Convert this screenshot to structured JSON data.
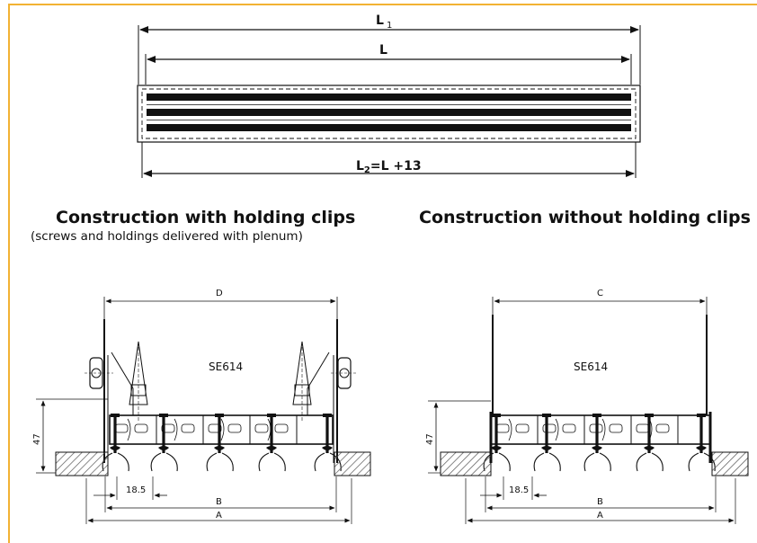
{
  "colors": {
    "border": "#f2b233",
    "ink": "#111111",
    "hatch": "#555555"
  },
  "top_view": {
    "l1": "L",
    "l1_sub": "1",
    "l": "L",
    "l2_main": "L",
    "l2_sub": "2",
    "l2_rest": "=L +13"
  },
  "left_section": {
    "title": "Construction with holding clips",
    "subtitle": "(screws and holdings delivered with plenum)",
    "label_d": "D",
    "model": "SE614",
    "height": "47",
    "slot": "18.5",
    "label_b": "B",
    "label_a": "A"
  },
  "right_section": {
    "title": "Construction without holding clips",
    "label_c": "C",
    "model": "SE614",
    "height": "47",
    "slot": "18.5",
    "label_b": "B",
    "label_a": "A"
  }
}
